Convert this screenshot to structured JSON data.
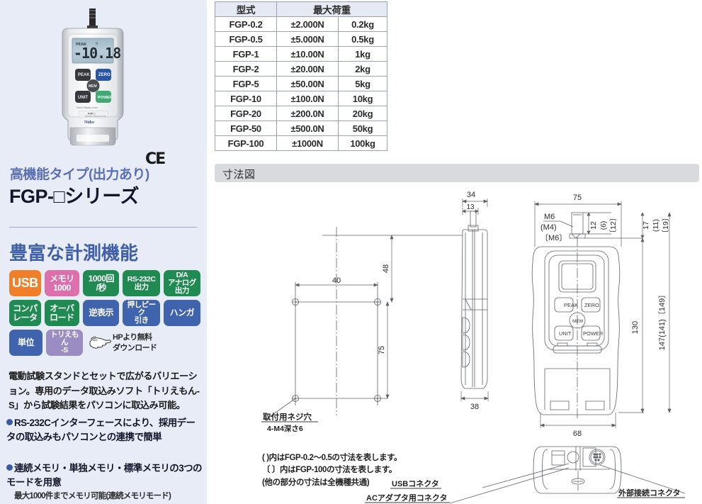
{
  "left": {
    "product_photo": {
      "display_value": "-10.18",
      "display_peak_label": "PEAK",
      "buttons": [
        "PEAK",
        "ZERO",
        "MEM",
        "UNIT",
        "POWER"
      ],
      "brand": "Nidec",
      "model_plate": "FGP-□"
    },
    "ce_mark": "CE",
    "subtitle": "高機能タイプ(出力あり)",
    "series_title": "FGP-□シリーズ",
    "features_heading": "豊富な計測機能",
    "badges": [
      [
        {
          "label": "USB",
          "color": "#f07f2a",
          "size": "b1",
          "width": "w1"
        },
        {
          "label": "メモリ\n1000",
          "color": "#dd70ac",
          "size": "b2",
          "width": "w2"
        },
        {
          "label": "1000回\n/秒",
          "color": "#1f8a52",
          "size": "b2",
          "width": "w3"
        },
        {
          "label": "RS-232C\n出力",
          "color": "#1f8a52",
          "size": "b3",
          "width": "w4"
        },
        {
          "label": "D/A\nアナログ\n出力",
          "color": "#1f8a52",
          "size": "b3",
          "width": "w4"
        }
      ],
      [
        {
          "label": "コンパ\nレータ",
          "color": "#1f8a52",
          "size": "b2",
          "width": "w1"
        },
        {
          "label": "オーバ\nロード",
          "color": "#1f8a52",
          "size": "b2",
          "width": "w2"
        },
        {
          "label": "逆表示",
          "color": "#3f63ad",
          "size": "b2",
          "width": "w3"
        },
        {
          "label": "押しピーク\n引き",
          "color": "#3f63ad",
          "size": "b3",
          "width": "w4"
        },
        {
          "label": "ハンガ",
          "color": "#3f63ad",
          "size": "b2",
          "width": "w4"
        }
      ],
      [
        {
          "label": "単位",
          "color": "#3f63ad",
          "size": "b2",
          "width": "w1"
        },
        {
          "label": "トリえもん\n-S",
          "color": "#9b8cc4",
          "size": "b3",
          "width": "w2"
        }
      ]
    ],
    "download_note": "HPより無料\nダウンロード",
    "body_copy": "電動試験スタンドとセットで広がるバリエーション。専用のデータ取込みソフト「トリえもん-S」から試験結果をパソコンに取込み可能。",
    "bullets": [
      {
        "text": "RS-232Cインターフェースにより、採用データの取込みもパソコンとの連携で簡単",
        "sub": ""
      },
      {
        "text": "連続メモリ・単独メモリ・標準メモリの3つのモードを用意",
        "sub": "最大1000件までメモリ可能(連続メモリモード)"
      }
    ]
  },
  "table": {
    "headers": [
      "型式",
      "最大荷重"
    ],
    "rows": [
      {
        "model": "FGP-0.2",
        "n": "±2.000N",
        "kg": "0.2kg"
      },
      {
        "model": "FGP-0.5",
        "n": "±5.000N",
        "kg": "0.5kg"
      },
      {
        "model": "FGP-1",
        "n": "±10.00N",
        "kg": "1kg"
      },
      {
        "model": "FGP-2",
        "n": "±20.00N",
        "kg": "2kg"
      },
      {
        "model": "FGP-5",
        "n": "±50.00N",
        "kg": "5kg"
      },
      {
        "model": "FGP-10",
        "n": "±100.0N",
        "kg": "10kg"
      },
      {
        "model": "FGP-20",
        "n": "±200.0N",
        "kg": "20kg"
      },
      {
        "model": "FGP-50",
        "n": "±500.0N",
        "kg": "50kg"
      },
      {
        "model": "FGP-100",
        "n": "±1000N",
        "kg": "100kg"
      }
    ]
  },
  "dimensions": {
    "section_title": "寸法図",
    "side_view": {
      "width_top": "34",
      "stem_width": "13",
      "depth_bottom": "38",
      "hole_pitch_x": "40",
      "hole_top_offset": "48",
      "hole_pitch_y": "75"
    },
    "front_view": {
      "width_top": "75",
      "width_bottom": "68",
      "thread_main": "M6",
      "thread_paren": "(M4)",
      "thread_bracket": "〔M6〕",
      "stem_len": "12",
      "stem_len_paren": "(6)",
      "stem_len_bracket": "〔12〕",
      "shoulder": "17",
      "shoulder_paren": "(11)",
      "shoulder_bracket": "〔19〕",
      "body_height": "130",
      "total_height": "147(141)〔149〕",
      "buttons": [
        "PEAK",
        "ZERO",
        "MEM",
        "UNIT",
        "POWER"
      ]
    },
    "callouts": {
      "screw_hole": "取付用ネジ穴",
      "screw_hole_sub": "4-M4深さ6",
      "usb": "USBコネクタ",
      "ac_adapter": "ACアダプタ用コネクタ",
      "external": "外部接続コネクタ"
    },
    "notes": [
      "( )内はFGP-0.2～0.5の寸法を表します。",
      "〔 〕内はFGP-100の寸法を表します。",
      "(他の部分の寸法は全機種共通)"
    ]
  }
}
